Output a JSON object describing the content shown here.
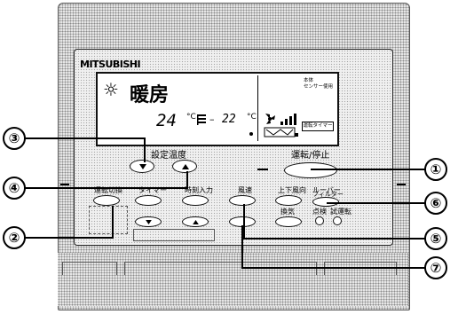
{
  "device": {
    "brand": "MITSUBISHI"
  },
  "display": {
    "mode_icon": "sun-icon",
    "mode_icon_glyph": "☼",
    "mode": "暖房",
    "room_temp": "24",
    "room_temp_unit": "°C",
    "set_separator": "–",
    "set_temp": "22",
    "set_temp_unit": "°C",
    "sensor_label_line1": "本体",
    "sensor_label_line2": "センサー使用",
    "timer_label": "運転タイマー",
    "fan_icon": "fan-speed-icon",
    "vane_icon": "vane-icon"
  },
  "buttons": {
    "set_temp": "設定温度",
    "on_off": "運転/停止",
    "mode": "運転切換",
    "timer": "タイマー",
    "timer_set": "時刻入力",
    "fan": "風速",
    "vane": "上下風向",
    "louver": "ルーバー",
    "vent": "換気",
    "filter": "フィルター",
    "check": "点検",
    "test_run": "試運転"
  },
  "callouts": [
    "①",
    "②",
    "③",
    "④",
    "⑤",
    "⑥",
    "⑦"
  ]
}
